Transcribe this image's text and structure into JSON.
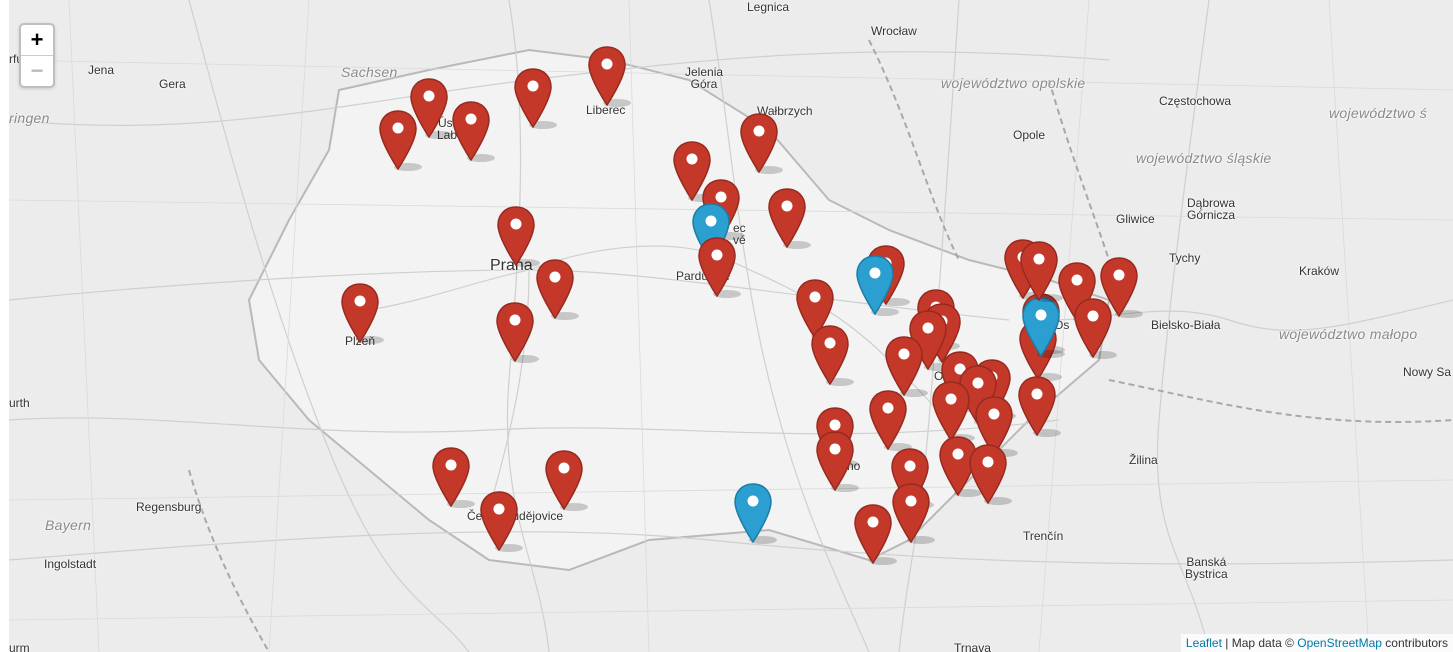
{
  "map": {
    "zoom_in_label": "+",
    "zoom_out_label": "−",
    "attribution": {
      "leaflet": "Leaflet",
      "separator": " | Map data © ",
      "osm": "OpenStreetMap",
      "suffix": " contributors"
    },
    "colors": {
      "red_marker": "#c4382a",
      "blue_marker": "#2a9fd0",
      "background": "#ececec",
      "roads": "#cfcfcf",
      "border": "#b9b9b9"
    },
    "labels": {
      "legnica": "Legnica",
      "wroclaw": "Wrocław",
      "jena": "Jena",
      "gera": "Gera",
      "sachsen": "Sachsen",
      "thuringen": "ringen",
      "erfurt": "rfu",
      "usti_1": "Ústí",
      "usti_2": "Lab.",
      "liberec": "Liberec",
      "jelenia_1": "Jelenia",
      "jelenia_2": "Góra",
      "walbrzych": "Wałbrzych",
      "opolskie": "województwo opolskie",
      "czestochowa": "Częstochowa",
      "slaskie_right": "województwo ś",
      "opole": "Opole",
      "slaskie": "województwo śląskie",
      "gliwice": "Gliwice",
      "dabrowa_1": "Dąbrowa",
      "dabrowa_2": "Górnicza",
      "tychy": "Tychy",
      "krakow": "Kraków",
      "hradec_1": "ec",
      "hradec_2": "vé",
      "praha": "Praha",
      "pardubice": "Pardubice",
      "plzen": "Plzeň",
      "bielsko": "Bielsko-Biała",
      "malopolskie": "województwo małopo",
      "nowy_sacz": "Nowy Sa",
      "olomouc": "Olomo",
      "ostrava": "Os",
      "furth": "urth",
      "zilina": "Žilina",
      "regensburg": "Regensburg",
      "bayern": "Bayern",
      "budejovice": "České Budějovice",
      "trencin": "Trenčín",
      "banska_1": "Banská",
      "banska_2": "Bystrica",
      "ingolstadt": "Ingolstadt",
      "trnava": "Trnava",
      "brno": "Brno",
      "urm": "urm"
    },
    "markers": [
      {
        "color": "red"
      },
      {
        "color": "red"
      },
      {
        "color": "red"
      },
      {
        "color": "red"
      },
      {
        "color": "red"
      },
      {
        "color": "red"
      },
      {
        "color": "red"
      },
      {
        "color": "red"
      },
      {
        "color": "red"
      },
      {
        "color": "blue"
      },
      {
        "color": "red"
      },
      {
        "color": "red"
      },
      {
        "color": "red"
      },
      {
        "color": "red"
      },
      {
        "color": "red"
      },
      {
        "color": "red"
      },
      {
        "color": "red"
      },
      {
        "color": "red"
      },
      {
        "color": "blue"
      },
      {
        "color": "red"
      },
      {
        "color": "red"
      },
      {
        "color": "red"
      },
      {
        "color": "red"
      },
      {
        "color": "red"
      },
      {
        "color": "red"
      },
      {
        "color": "red"
      },
      {
        "color": "red"
      },
      {
        "color": "red"
      },
      {
        "color": "red"
      },
      {
        "color": "red"
      },
      {
        "color": "red"
      },
      {
        "color": "red"
      },
      {
        "color": "red"
      },
      {
        "color": "red"
      },
      {
        "color": "blue"
      },
      {
        "color": "red"
      },
      {
        "color": "red"
      },
      {
        "color": "red"
      },
      {
        "color": "red"
      },
      {
        "color": "red"
      },
      {
        "color": "red"
      },
      {
        "color": "red"
      },
      {
        "color": "red"
      },
      {
        "color": "red"
      },
      {
        "color": "red"
      },
      {
        "color": "red"
      },
      {
        "color": "blue"
      },
      {
        "color": "red"
      },
      {
        "color": "red"
      }
    ]
  }
}
